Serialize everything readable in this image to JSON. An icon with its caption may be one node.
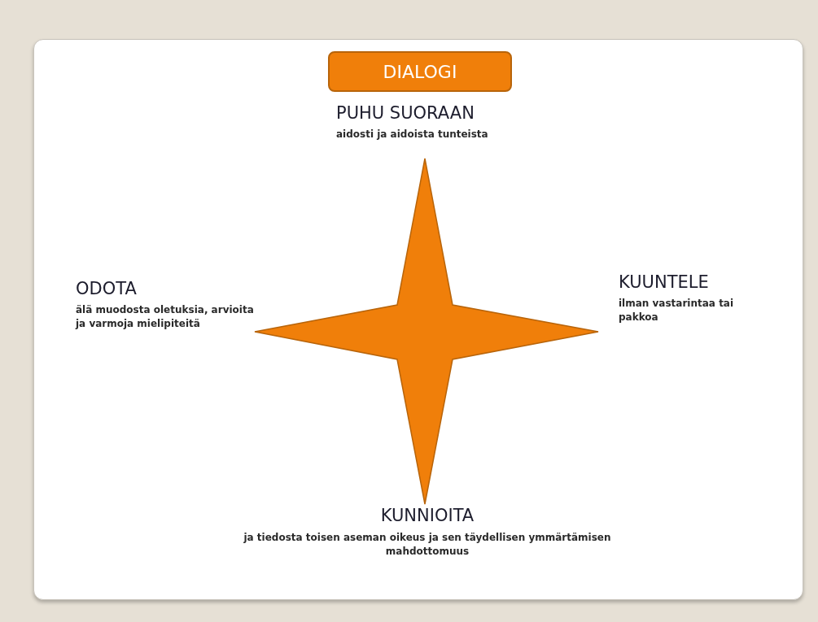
{
  "diagram": {
    "nodes": [
      {
        "text": [
          "DIALOGI"
        ]
      }
    ],
    "labels": [
      "PUHU SUORAAN",
      "aidosti ja aidoista tunteista",
      "ODOTA",
      "älä muodosta oletuksia, arvioita ja varmoja mielipiteitä",
      "KUUNTELE",
      "ilman vastarintaa tai pakkoa",
      "KUNNIOITA",
      "ja tiedosta toisen aseman oikeus ja sen täydellisen ymmärtämisen mahdottomuus"
    ]
  }
}
